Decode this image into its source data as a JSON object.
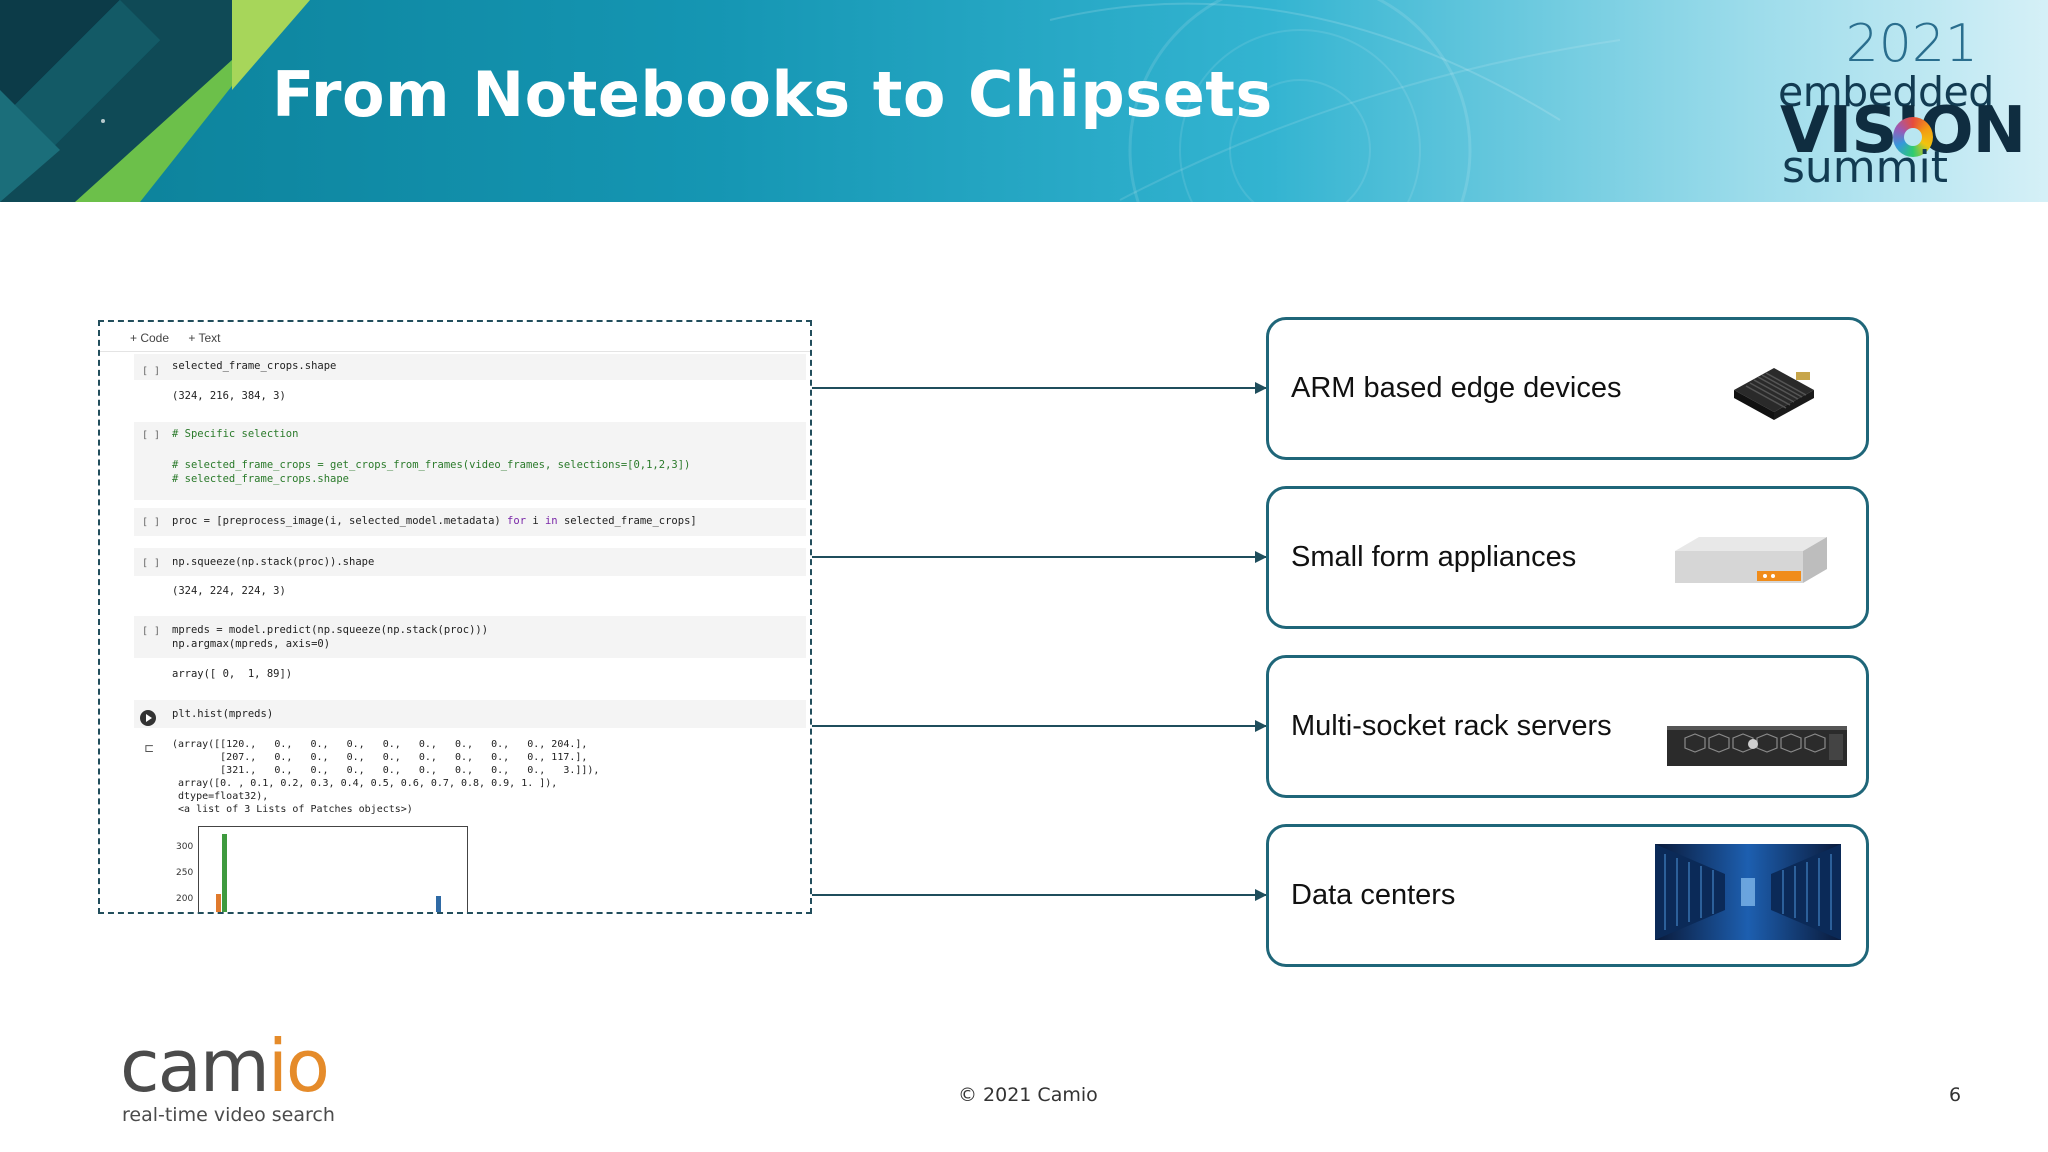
{
  "slide": {
    "title": "From Notebooks to Chipsets",
    "page_number": "6",
    "copyright": "© 2021 Camio"
  },
  "event_logo": {
    "year": "2021",
    "line1": "embedded",
    "line2": "VISION",
    "line3": "summit"
  },
  "company_logo": {
    "name": "camio",
    "tagline": "real-time video search",
    "accent_color": "#e58b2a"
  },
  "notebook": {
    "toolbar": {
      "code_label": "+ Code",
      "text_label": "+ Text"
    },
    "cells": [
      {
        "bracket": "[ ]",
        "code": "selected_frame_crops.shape",
        "output": "(324, 216, 384, 3)"
      },
      {
        "bracket": "[ ]",
        "comment": "# Specific selection",
        "code_lines": [
          "# selected_frame_crops = get_crops_from_frames(video_frames, selections=[0,1,2,3])",
          "# selected_frame_crops.shape"
        ]
      },
      {
        "bracket": "[ ]",
        "code_pre": "proc = [preprocess_image(i, selected_model.metadata) ",
        "kw1": "for",
        "code_mid": " i ",
        "kw2": "in",
        "code_post": " selected_frame_crops]"
      },
      {
        "bracket": "[ ]",
        "code": "np.squeeze(np.stack(proc)).shape",
        "output": "(324, 224, 224, 3)"
      },
      {
        "bracket": "[ ]",
        "code_lines": [
          "mpreds = model.predict(np.squeeze(np.stack(proc)))",
          "np.argmax(mpreds, axis=0)"
        ],
        "output": "array([ 0,  1, 89])"
      },
      {
        "code": "plt.hist(mpreds)",
        "output_lines": [
          "(array([[120.,   0.,   0.,   0.,   0.,   0.,   0.,   0.,   0., 204.],",
          "        [207.,   0.,   0.,   0.,   0.,   0.,   0.,   0.,   0., 117.],",
          "        [321.,   0.,   0.,   0.,   0.,   0.,   0.,   0.,   0.,   3.]]),",
          " array([0. , 0.1, 0.2, 0.3, 0.4, 0.5, 0.6, 0.7, 0.8, 0.9, 1. ]),",
          " dtype=float32),",
          " <a list of 3 Lists of Patches objects>)"
        ]
      }
    ],
    "histogram": {
      "yticks": [
        "300",
        "250",
        "200"
      ],
      "series_colors": [
        "#2f6aa5",
        "#e07a2d",
        "#3e9a3e"
      ]
    }
  },
  "targets": [
    {
      "label": "ARM based edge devices",
      "icon": "jetson-board-icon"
    },
    {
      "label": "Small form appliances",
      "icon": "appliance-box-icon"
    },
    {
      "label": "Multi-socket rack servers",
      "icon": "rack-server-icon"
    },
    {
      "label": "Data centers",
      "icon": "datacenter-photo-icon"
    }
  ],
  "colors": {
    "card_border": "#1f6679",
    "arrow": "#1f4e5c",
    "banner_start": "#0b7f97",
    "banner_end": "#d5f0f7"
  }
}
